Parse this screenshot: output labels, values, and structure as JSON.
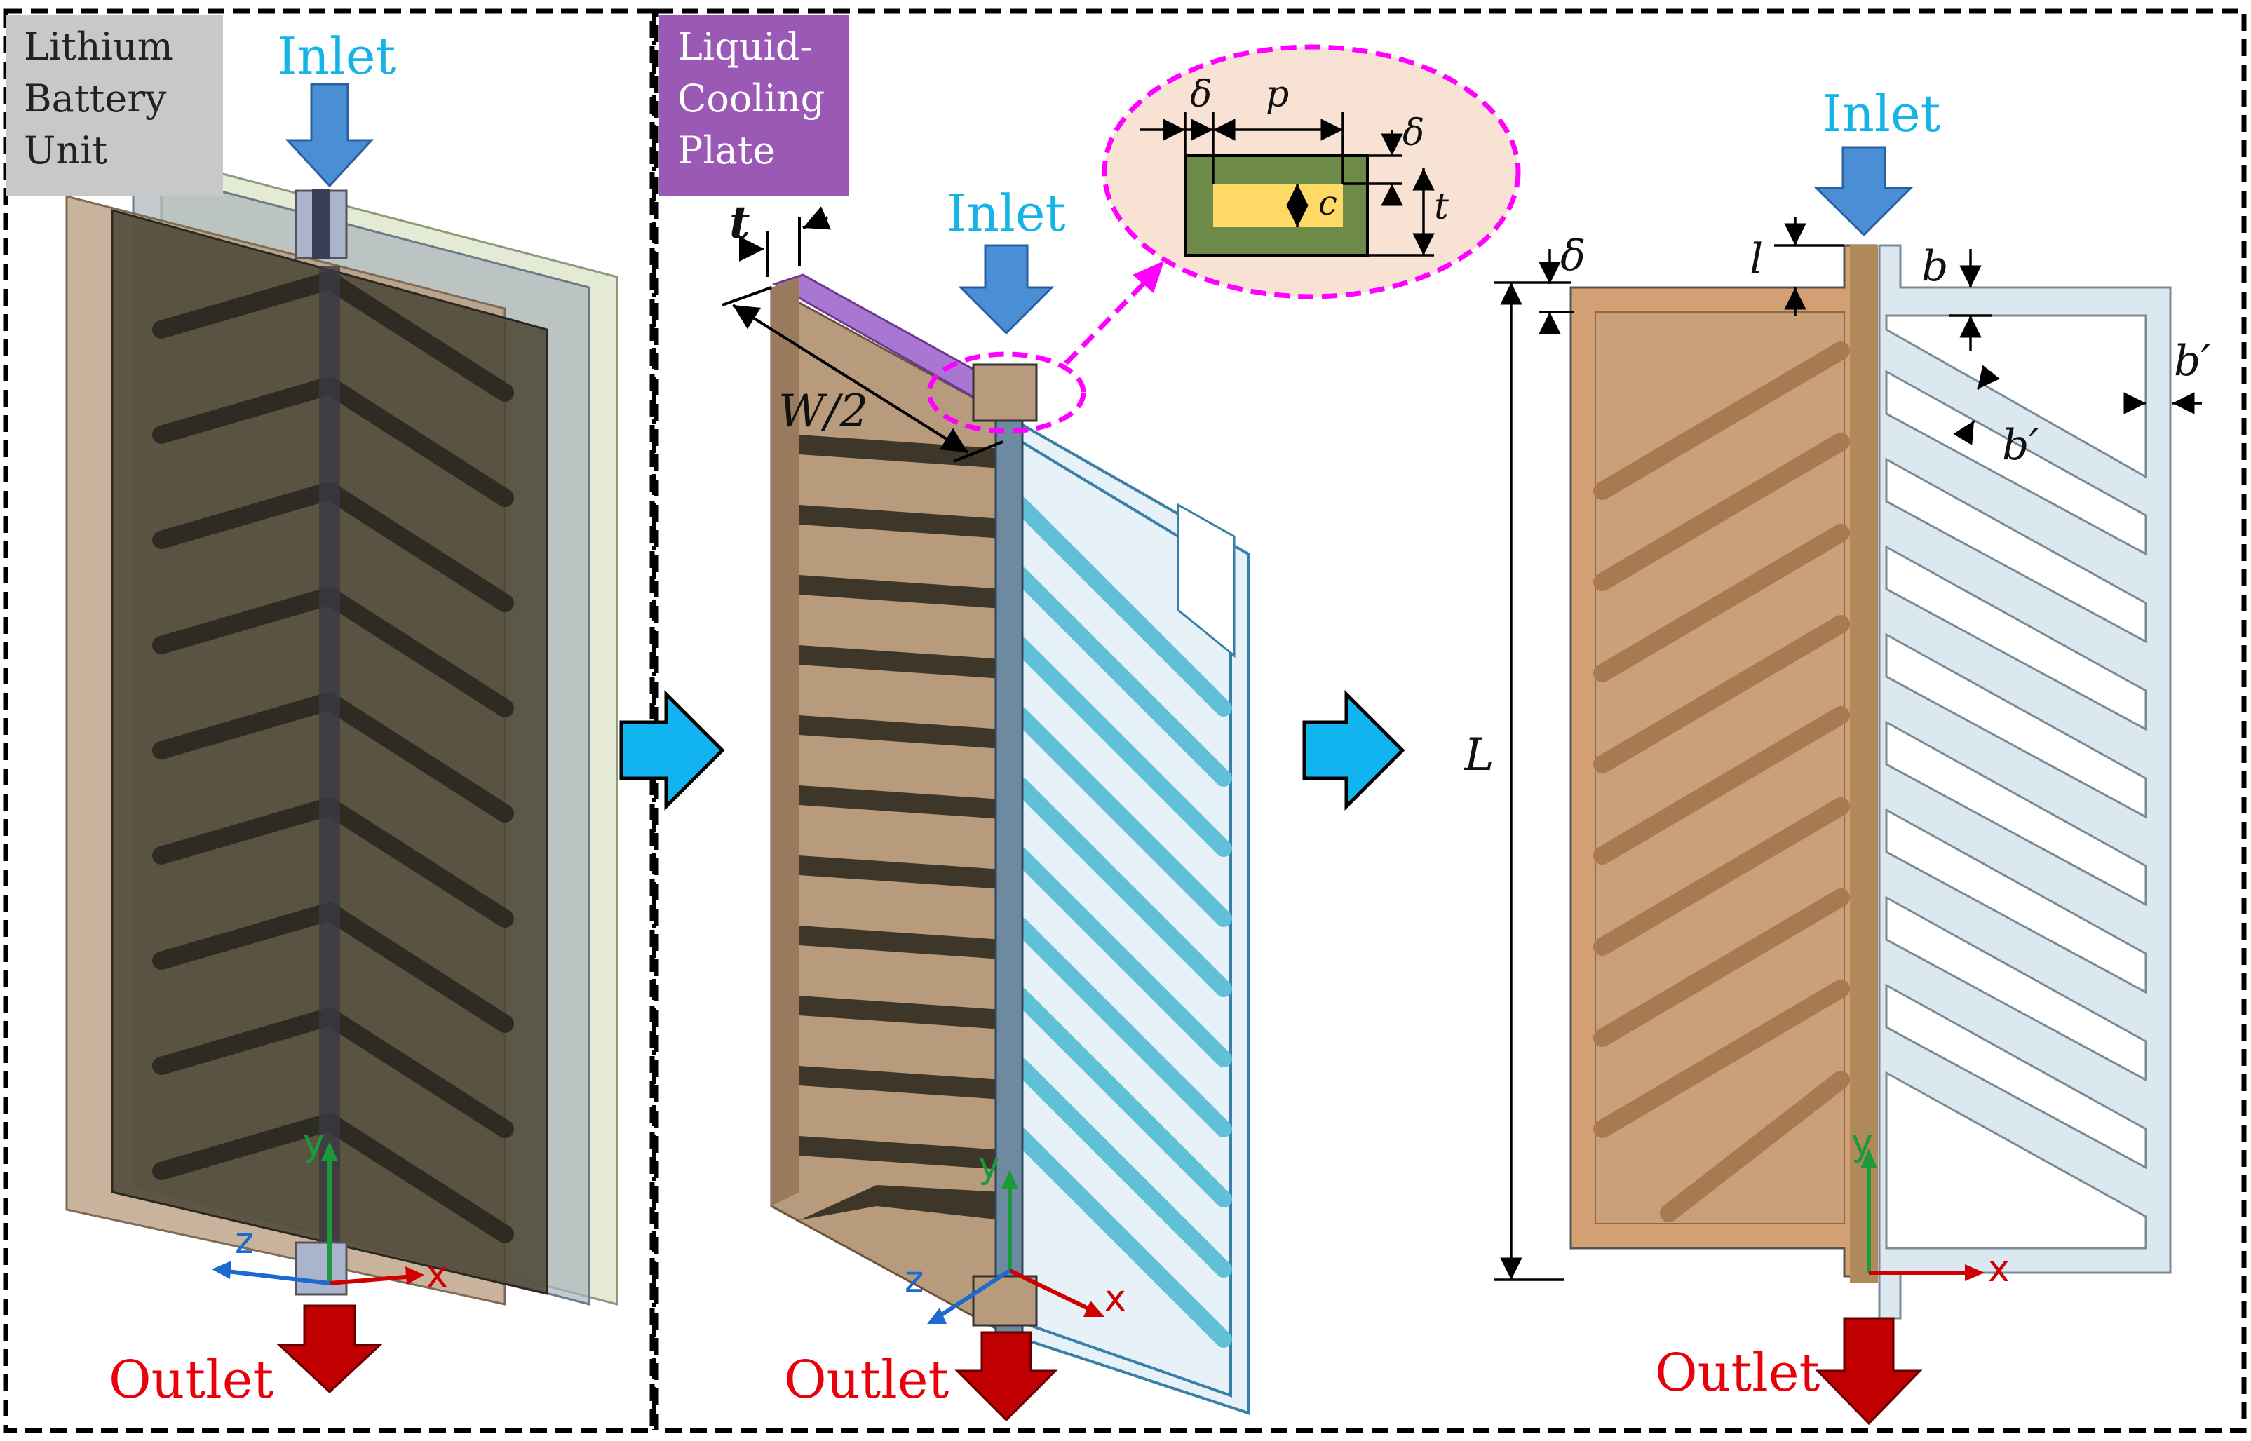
{
  "panels": [
    {
      "tag": [
        "Lithium",
        "Battery",
        "Unit"
      ],
      "inlet": "Inlet",
      "outlet": "Outlet",
      "axes": {
        "x": "x",
        "y": "y",
        "z": "z"
      }
    },
    {
      "tag": [
        "Liquid-",
        "Cooling",
        "Plate"
      ],
      "inlet": "Inlet",
      "outlet": "Outlet",
      "axes": {
        "x": "x",
        "y": "y",
        "z": "z"
      }
    },
    {
      "inlet": "Inlet",
      "outlet": "Outlet",
      "axes": {
        "x": "x",
        "y": "y"
      }
    }
  ],
  "dimensions": {
    "thickness": "t",
    "half_width": "W/2",
    "delta": "δ",
    "pitch": "p",
    "channel_height": "c",
    "length": "L",
    "inlet_length": "l",
    "rib_gap": "b",
    "rib_width": "b′"
  },
  "colors": {
    "inlet_text": "#14b4e6",
    "outlet_text": "#e8000a",
    "flow_in_arrow": "#4a8fd6",
    "flow_out_arrow": "#c00000",
    "transition_arrow": "#12b4f0",
    "detail_ellipse": "#ff00ff",
    "plate_copper": "#d2a073",
    "channel_light": "#dce8f0",
    "battery_dark": "#4a4535"
  }
}
